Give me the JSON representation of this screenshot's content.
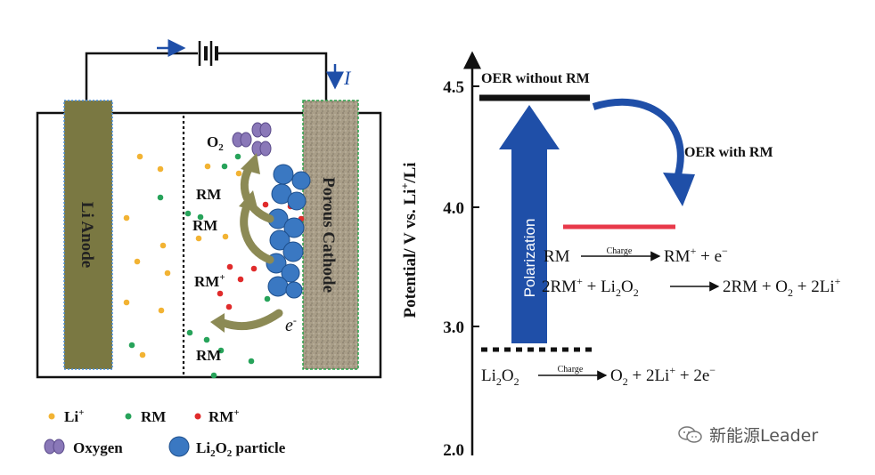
{
  "colors": {
    "anode": "#7a7842",
    "cathode": "#a99e88",
    "li_ion": "#f2b333",
    "rm": "#27a35a",
    "rm_plus": "#e02b2b",
    "oxygen": "#8a78b8",
    "li2o2": "#3a78c2",
    "arrow_blue": "#1f4fa8",
    "oer_rm_line": "#e8394a",
    "curved_arrow": "#8c8a55"
  },
  "cell": {
    "anode_label": "Li Anode",
    "cathode_label": "Porous Cathode",
    "current_label": "I",
    "o2_label": "O",
    "o2_sub": "2",
    "rm_labels": [
      "RM",
      "RM",
      "RM",
      "RM"
    ],
    "rm_plus_superscript": "+",
    "electron_label": "e",
    "electron_sup": "-"
  },
  "legend": {
    "li_label": "Li",
    "li_sup": "+",
    "rm_label": "RM",
    "rm_plus_label": "RM",
    "rm_plus_sup": "+",
    "oxygen_label": "Oxygen",
    "li2o2_label_a": "Li",
    "li2o2_sub_a": "2",
    "li2o2_label_b": "O",
    "li2o2_sub_b": "2",
    "li2o2_label_c": " particle"
  },
  "energy": {
    "y_axis_label_a": "Potential/ V vs. Li",
    "y_axis_label_sup": "+",
    "y_axis_label_b": "/Li",
    "ticks": [
      "4.5",
      "4.0",
      "3.0",
      "2.0"
    ],
    "oer_without_rm": "OER without RM",
    "oer_with_rm": "OER with RM",
    "polarization": "Polarization",
    "eq1_left": "RM",
    "eq1_over": "Charge",
    "eq1_right": "RM",
    "eq1_right_sup": "+",
    "eq1_tail": " + e",
    "eq1_tail_sup": "−",
    "eq2": "2RM",
    "eq2_sup": "+",
    "eq2_mid": " + Li",
    "eq2_sub1": "2",
    "eq2_mid2": "O",
    "eq2_sub2": "2",
    "eq2_right": "2RM + O",
    "eq2_right_sub": "2",
    "eq2_tail": " + 2Li",
    "eq2_tail_sup": "+",
    "eq3_left": "Li",
    "eq3_sub1": "2",
    "eq3_mid": "O",
    "eq3_sub2": "2",
    "eq3_over": "Charge",
    "eq3_right": "O",
    "eq3_right_sub": "2",
    "eq3_tail": " + 2Li",
    "eq3_tail_sup": "+",
    "eq3_tail2": " + 2e",
    "eq3_tail2_sup": "−"
  },
  "watermark": {
    "text": "新能源Leader",
    "icon": "wechat-icon"
  }
}
